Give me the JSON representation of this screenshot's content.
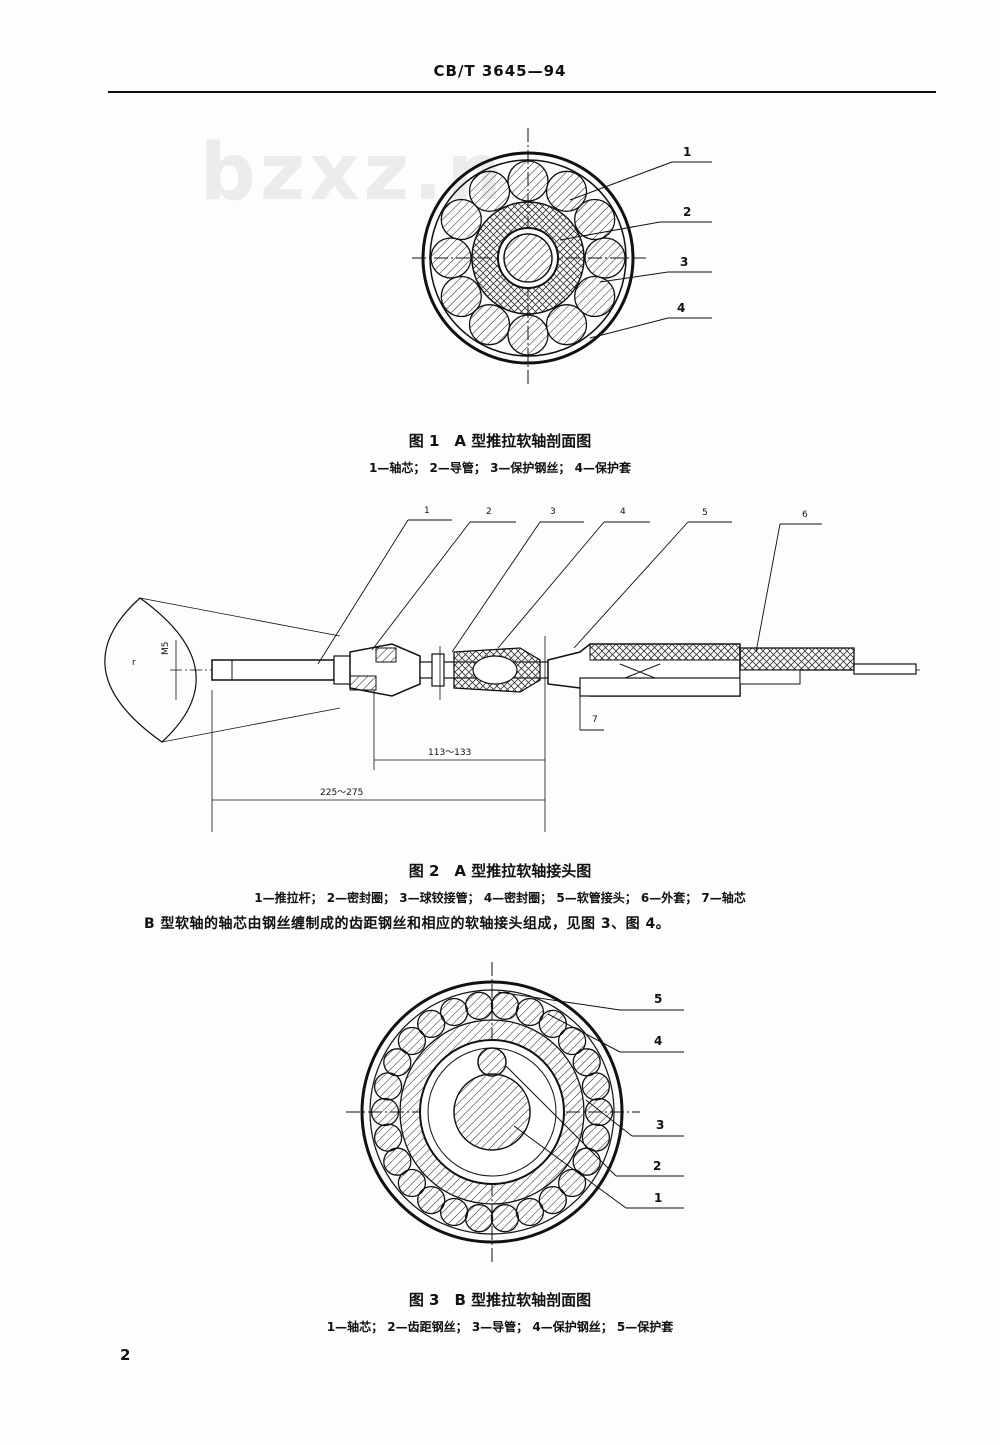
{
  "header": {
    "standard_code": "CB/T 3645—94"
  },
  "watermark": "bzxz.n",
  "figure1": {
    "title": "图 1　A 型推拉软轴剖面图",
    "legend": "1—轴芯； 2—导管； 3—保护钢丝； 4—保护套",
    "callouts": [
      "1",
      "2",
      "3",
      "4"
    ]
  },
  "figure2": {
    "title": "图 2　A 型推拉软轴接头图",
    "legend": "1—推拉杆； 2—密封圈； 3—球铰接管； 4—密封圈； 5—软管接头； 6—外套； 7—轴芯",
    "callouts": [
      "1",
      "2",
      "3",
      "4",
      "5",
      "6",
      "7"
    ],
    "thread_label": "M5",
    "dim_short": "113～133",
    "dim_long": "225～275"
  },
  "paragraph": "B 型软轴的轴芯由钢丝缠制成的齿距钢丝和相应的软轴接头组成，见图 3、图 4。",
  "figure3": {
    "title": "图 3　B 型推拉软轴剖面图",
    "legend": "1—轴芯； 2—齿距钢丝； 3—导管； 4—保护钢丝； 5—保护套",
    "callouts": [
      "5",
      "4",
      "3",
      "2",
      "1"
    ]
  },
  "page_number": "2"
}
